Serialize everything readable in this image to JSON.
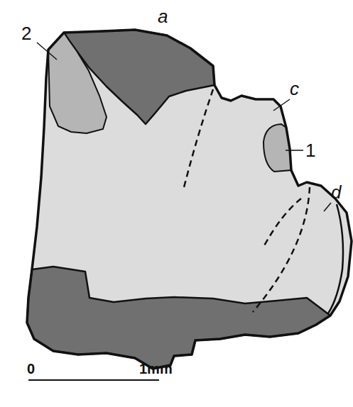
{
  "diagram": {
    "labels": [
      "a",
      "2",
      "c",
      "1",
      "d",
      "0",
      "1mm"
    ]
  }
}
